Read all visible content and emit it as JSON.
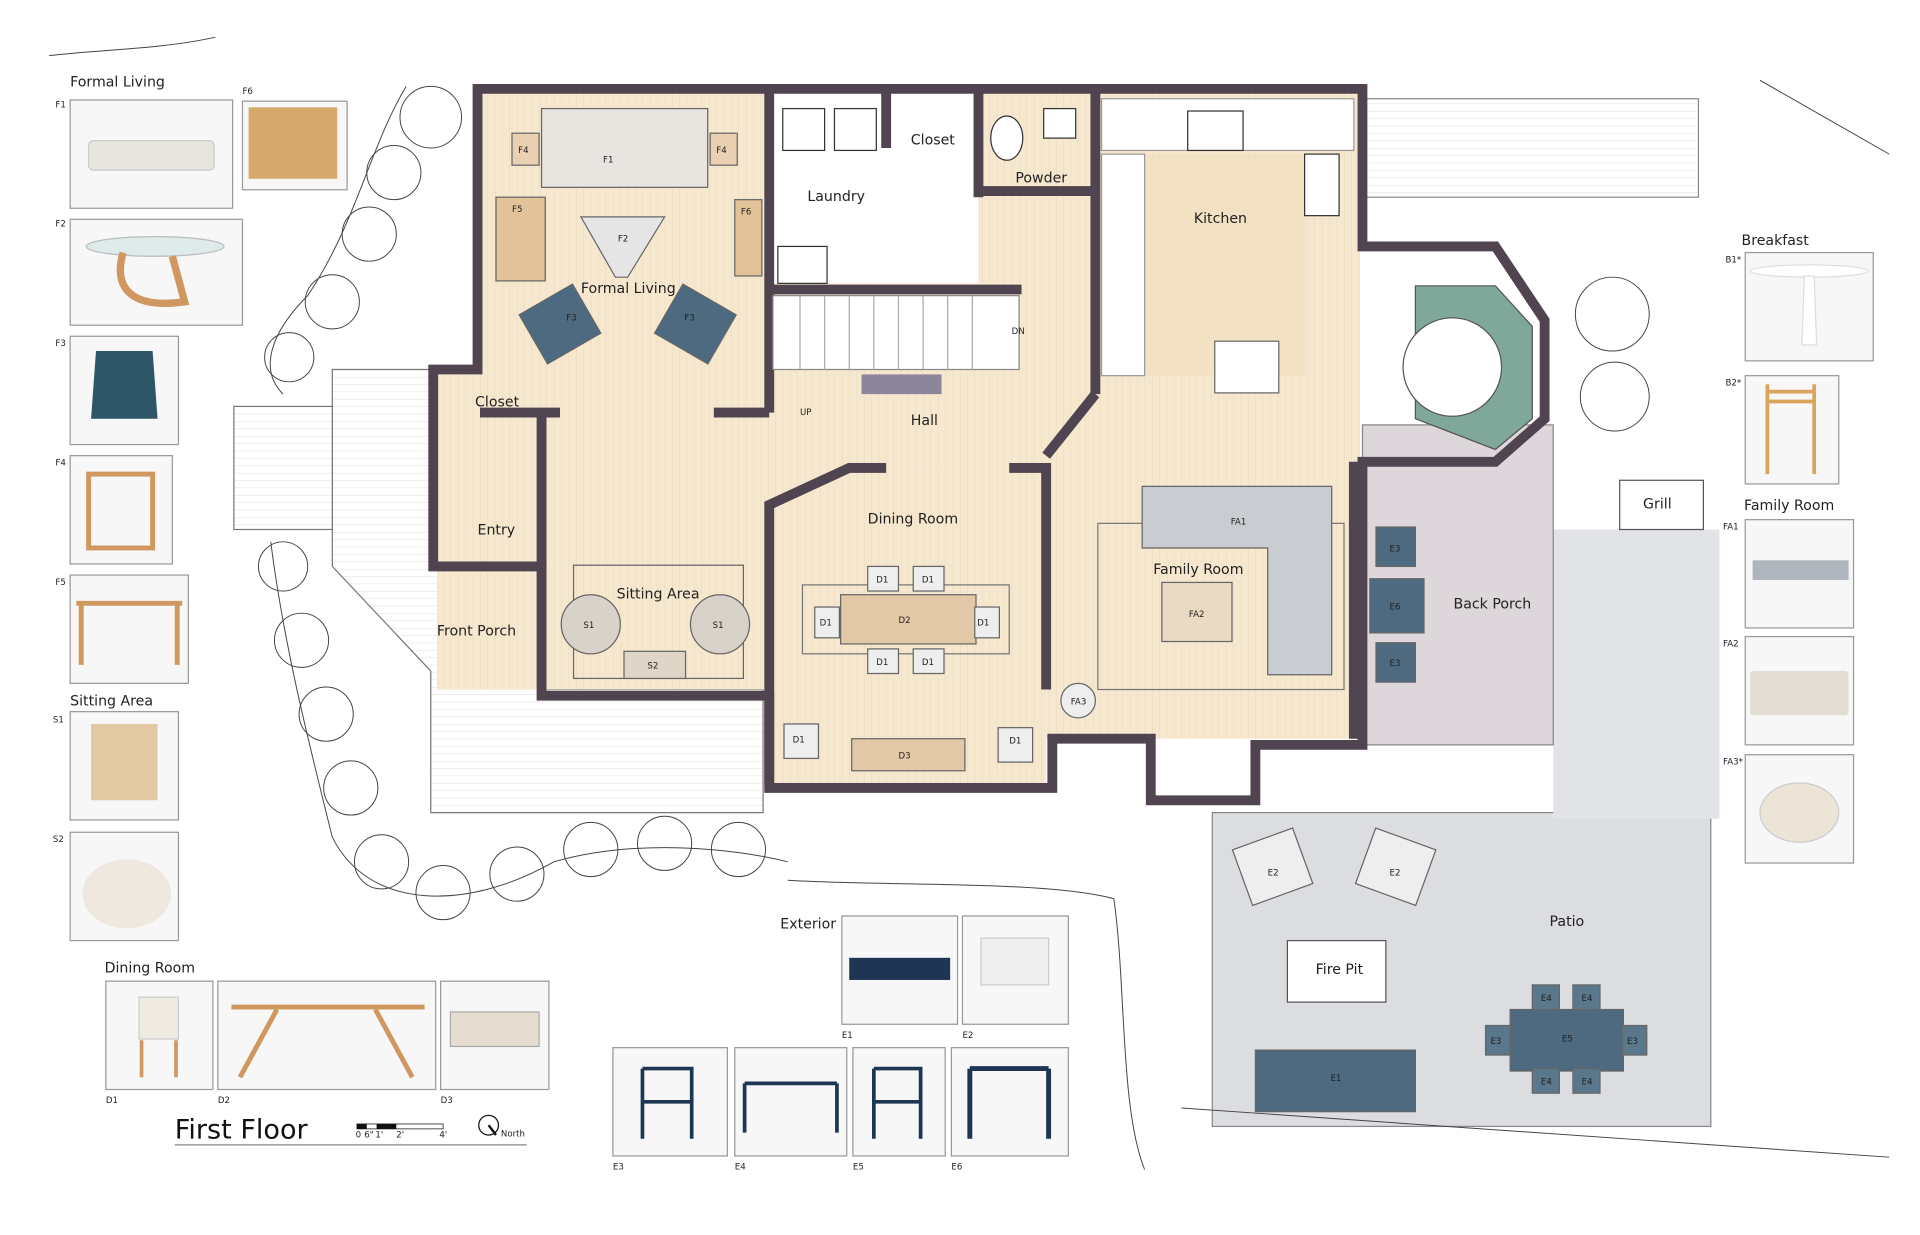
{
  "title": "First Floor",
  "scale_bar": {
    "ticks": [
      "0",
      "6\"",
      "1'",
      "2'",
      "4'"
    ]
  },
  "north_label": "North",
  "rooms": {
    "formal_living": "Formal Living",
    "laundry": "Laundry",
    "closet_upper": "Closet",
    "powder": "Powder",
    "kitchen": "Kitchen",
    "closet_entry": "Closet",
    "entry": "Entry",
    "hall": "Hall",
    "dining_room": "Dining Room",
    "sitting_area": "Sitting Area",
    "front_porch": "Front Porch",
    "family_room": "Family Room",
    "back_porch": "Back Porch",
    "grill": "Grill",
    "patio": "Patio",
    "fire_pit": "Fire Pit"
  },
  "stairs": {
    "up": "UP",
    "down": "DN"
  },
  "furniture_tags": {
    "F1": "F1",
    "F2": "F2",
    "F3": "F3",
    "F4": "F4",
    "F5": "F5",
    "F6": "F6",
    "S1": "S1",
    "S2": "S2",
    "D1": "D1",
    "D2": "D2",
    "D3": "D3",
    "FA1": "FA1",
    "FA2": "FA2",
    "FA3": "FA3",
    "E1": "E1",
    "E2": "E2",
    "E3": "E3",
    "E4": "E4",
    "E5": "E5",
    "E6": "E6"
  },
  "product_sections": {
    "formal_living": "Formal Living",
    "sitting_area": "Sitting Area",
    "dining_room": "Dining Room",
    "exterior": "Exterior",
    "breakfast": "Breakfast",
    "family_room": "Family Room"
  },
  "product_codes": {
    "F1": "F1",
    "F6": "F6",
    "F2": "F2",
    "F3": "F3",
    "F4": "F4",
    "F5": "F5",
    "S1": "S1",
    "S2": "S2",
    "D1": "D1",
    "D2": "D2",
    "D3": "D3",
    "E1": "E1",
    "E2": "E2",
    "E3": "E3",
    "E4": "E4",
    "E5": "E5",
    "E6": "E6",
    "B1": "B1*",
    "B2": "B2*",
    "FA1": "FA1",
    "FA2": "FA2",
    "FA3": "FA3*"
  },
  "colors": {
    "wall": "#4f4450",
    "floor": "#f6e7cf",
    "upholstery_blue": "#4d6a80",
    "back_porch": "#ddd6da",
    "patio": "#dcdde0",
    "banquette_green": "#7fa79a"
  }
}
